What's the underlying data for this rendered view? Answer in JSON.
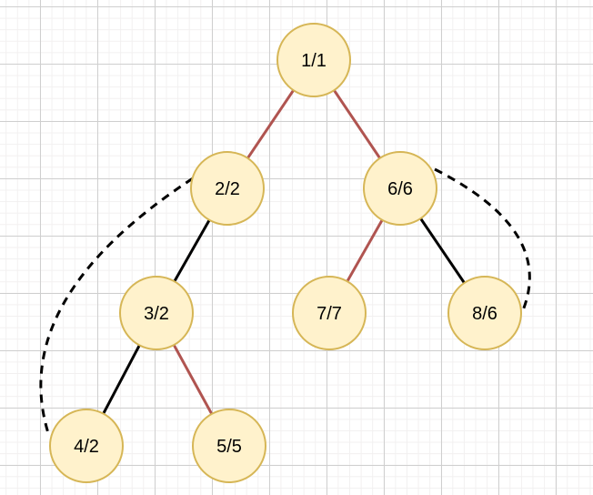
{
  "diagram": {
    "type": "dfs-tree-with-back-edges",
    "nodes": [
      {
        "label": "1/1"
      },
      {
        "label": "2/2"
      },
      {
        "label": "6/6"
      },
      {
        "label": "3/2"
      },
      {
        "label": "7/7"
      },
      {
        "label": "8/6"
      },
      {
        "label": "4/2"
      },
      {
        "label": "5/5"
      }
    ],
    "edges": [
      {
        "from": "1/1",
        "to": "2/2",
        "kind": "tree",
        "color": "red"
      },
      {
        "from": "1/1",
        "to": "6/6",
        "kind": "tree",
        "color": "red"
      },
      {
        "from": "2/2",
        "to": "3/2",
        "kind": "tree",
        "color": "black"
      },
      {
        "from": "3/2",
        "to": "4/2",
        "kind": "tree",
        "color": "black"
      },
      {
        "from": "3/2",
        "to": "5/5",
        "kind": "tree",
        "color": "red"
      },
      {
        "from": "6/6",
        "to": "7/7",
        "kind": "tree",
        "color": "red"
      },
      {
        "from": "6/6",
        "to": "8/6",
        "kind": "tree",
        "color": "black"
      }
    ],
    "back_edges": [
      {
        "from": "4/2",
        "to": "2/2",
        "style": "dashed",
        "color": "black"
      },
      {
        "from": "8/6",
        "to": "6/6",
        "style": "dashed",
        "color": "black"
      }
    ],
    "colors": {
      "node_fill": "#FFF2CC",
      "node_border": "#D6B656",
      "edge_red": "#B05450",
      "edge_black": "#000000",
      "back_edge": "#000000",
      "grid_major": "#CFCFCF",
      "grid_minor": "#F2F0F0"
    }
  }
}
